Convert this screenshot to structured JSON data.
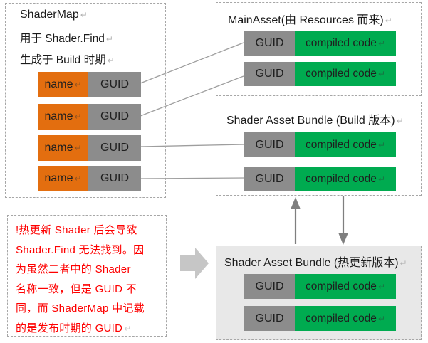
{
  "colors": {
    "orange_cell": "#e36e0f",
    "gray_cell": "#8c8c8c",
    "green_cell": "#00ab50",
    "hot_box_bg": "#e8e8e8",
    "dashed_border": "#a6a6a6",
    "note_text_red": "#fe0000",
    "connector_line": "#9e9e9e",
    "vertical_arrow": "#7f7f7f",
    "block_arrow": "#c6c6c6",
    "text": "#1a1a1a"
  },
  "shadermap_box": {
    "title": "ShaderMap",
    "subtitle1": "用于 Shader.Find",
    "subtitle2": "生成于 Build 时期",
    "rows": [
      {
        "name": "name",
        "guid": "GUID"
      },
      {
        "name": "name",
        "guid": "GUID"
      },
      {
        "name": "name",
        "guid": "GUID"
      },
      {
        "name": "name",
        "guid": "GUID"
      }
    ]
  },
  "mainasset_box": {
    "title": "MainAsset(由 Resources 而来)",
    "rows": [
      {
        "guid": "GUID",
        "code": "compiled code"
      },
      {
        "guid": "GUID",
        "code": "compiled code"
      }
    ]
  },
  "build_bundle_box": {
    "title": "Shader Asset Bundle (Build 版本)",
    "rows": [
      {
        "guid": "GUID",
        "code": "compiled code"
      },
      {
        "guid": "GUID",
        "code": "compiled code"
      }
    ]
  },
  "hotupdate_bundle_box": {
    "title": "Shader Asset Bundle (热更新版本)",
    "rows": [
      {
        "guid": "GUID",
        "code": "compiled code"
      },
      {
        "guid": "GUID",
        "code": "compiled code"
      }
    ]
  },
  "note_box": {
    "lines": [
      "!热更新 Shader 后会导致",
      "Shader.Find 无法找到。因",
      "为虽然二者中的  Shader",
      "名称一致，但是 GUID 不",
      "同，而 ShaderMap 中记载",
      "的是发布时期的 GUID"
    ]
  },
  "marks": {
    "return": "↵"
  }
}
